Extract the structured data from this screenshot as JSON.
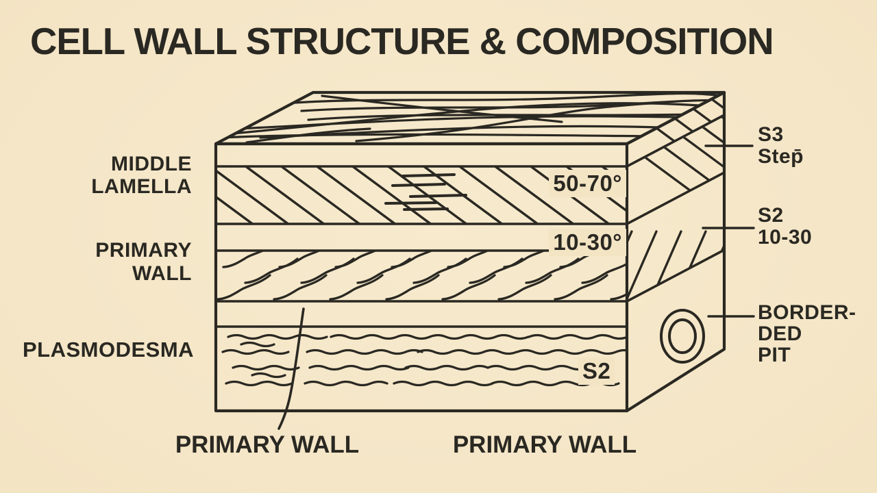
{
  "colors": {
    "background": "#f3e4c4",
    "ink": "#2a2822"
  },
  "title": "CELL WALL STRUCTURE & COMPOSITION",
  "left_labels": {
    "middle_lamella": {
      "line1": "MIDDLE",
      "line2": "LAMELLA"
    },
    "primary_wall": {
      "line1": "PRIMARY",
      "line2": "WALL"
    },
    "plasmodesma": {
      "line1": "PLASMODESMA"
    }
  },
  "right_labels": {
    "s3": {
      "line1": "S3",
      "line2": "Step̄"
    },
    "s2": {
      "line1": "S2",
      "line2": "10-30"
    },
    "bordered_pit": {
      "line1": "BORDER-",
      "line2": "DED",
      "line3": "PIT"
    }
  },
  "inner_labels": {
    "angle_top": "50-70°",
    "angle_middle": "10-30°",
    "s2": "S2"
  },
  "bottom_labels": {
    "left": "PRIMARY WALL",
    "right": "PRIMARY WALL"
  }
}
